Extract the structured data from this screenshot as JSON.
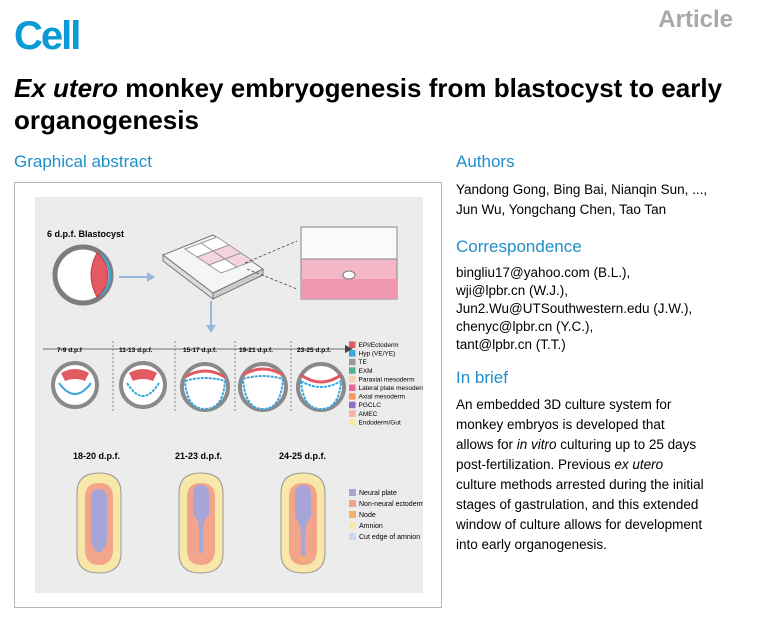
{
  "header": {
    "journal_logo": "Cell",
    "article_type": "Article"
  },
  "title": {
    "italic_part": "Ex utero",
    "rest": " monkey embryogenesis from blastocyst to early organogenesis"
  },
  "graphical_abstract": {
    "heading": "Graphical abstract",
    "blastocyst_label": "6 d.p.f. Blastocyst",
    "timeline": [
      "7-9 d.p.f",
      "11-13 d.p.f.",
      "15-17 d.p.f.",
      "19-21 d.p.f.",
      "23-25 d.p.f."
    ],
    "legend1": [
      {
        "label": "EPI/Ectoderm",
        "color": "#e25b63"
      },
      {
        "label": "Hyp (VE/YE)",
        "color": "#3aa7dd"
      },
      {
        "label": "TE",
        "color": "#9a9a9a"
      },
      {
        "label": "EXM",
        "color": "#4fb18e"
      },
      {
        "label": "Paraxial mesoderm",
        "color": "#f4d0b2"
      },
      {
        "label": "Lateral plate mesoderm",
        "color": "#e7689a"
      },
      {
        "label": "Axial mesoderm",
        "color": "#f29a55"
      },
      {
        "label": "PGCLC",
        "color": "#8a6fc2"
      },
      {
        "label": "AMEC",
        "color": "#f6b2a0"
      },
      {
        "label": "Endoderm/Gut",
        "color": "#f6e8a0"
      }
    ],
    "stages": [
      "18-20 d.p.f.",
      "21-23 d.p.f.",
      "24-25 d.p.f."
    ],
    "legend2": [
      {
        "label": "Neural plate",
        "color": "#a6a5d8"
      },
      {
        "label": "Non-neural ectoderm",
        "color": "#f2a58a"
      },
      {
        "label": "Node",
        "color": "#f6b06a"
      },
      {
        "label": "Amnion",
        "color": "#f7e7a8"
      },
      {
        "label": "Cut edge of amnion",
        "color": "#c9d9ef"
      }
    ]
  },
  "authors": {
    "heading": "Authors",
    "line1": "Yandong Gong, Bing Bai, Nianqin Sun, ...,",
    "line2": "Jun Wu, Yongchang Chen, Tao Tan"
  },
  "correspondence": {
    "heading": "Correspondence",
    "emails": [
      "bingliu17@yahoo.com (B.L.),",
      "wji@lpbr.cn (W.J.),",
      "Jun2.Wu@UTSouthwestern.edu (J.W.),",
      "chenyc@lpbr.cn (Y.C.),",
      "tant@lpbr.cn (T.T.)"
    ]
  },
  "in_brief": {
    "heading": "In brief",
    "lines": [
      {
        "pre": "An embedded 3D culture system for",
        "it": "",
        "post": ""
      },
      {
        "pre": "monkey embryos is developed that",
        "it": "",
        "post": ""
      },
      {
        "pre": "allows for ",
        "it": "in vitro",
        "post": " culturing up to 25 days"
      },
      {
        "pre": "post-fertilization. Previous ",
        "it": "ex utero",
        "post": ""
      },
      {
        "pre": "culture methods arrested during the initial",
        "it": "",
        "post": ""
      },
      {
        "pre": "stages of gastrulation, and this extended",
        "it": "",
        "post": ""
      },
      {
        "pre": "window of culture allows for development",
        "it": "",
        "post": ""
      },
      {
        "pre": "into early organogenesis.",
        "it": "",
        "post": ""
      }
    ]
  }
}
